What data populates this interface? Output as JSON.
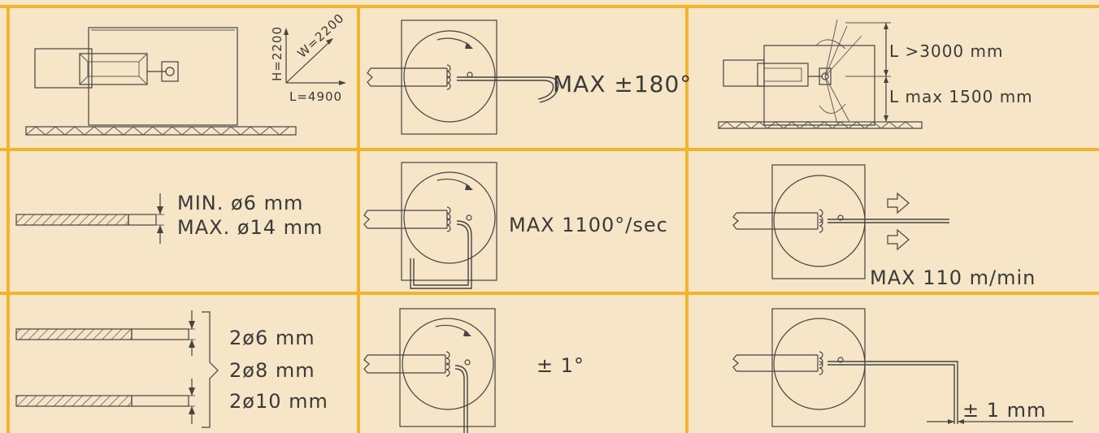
{
  "colors": {
    "background": "#f6e5c6",
    "grid": "#f0b52a",
    "ink": "#3a3a3a"
  },
  "cells": {
    "dimensions": {
      "height": "H=2200",
      "width": "W=2200",
      "length": "L=4900"
    },
    "rotation": {
      "label": "MAX ±180°"
    },
    "bending_height": {
      "upper": "L  >3000  mm",
      "lower": "L  max  1500  mm"
    },
    "diameter_single": {
      "min": "MIN.  ø6  mm",
      "max": "MAX.  ø14  mm"
    },
    "rotation_speed": {
      "label": "MAX 1100°/sec"
    },
    "feed_speed": {
      "label": "MAX  110  m/min"
    },
    "diameter_double": {
      "a": "2ø6  mm",
      "b": "2ø8  mm",
      "c": "2ø10  mm"
    },
    "angle_accuracy": {
      "label": "±  1°"
    },
    "length_accuracy": {
      "label": "±  1  mm"
    }
  }
}
